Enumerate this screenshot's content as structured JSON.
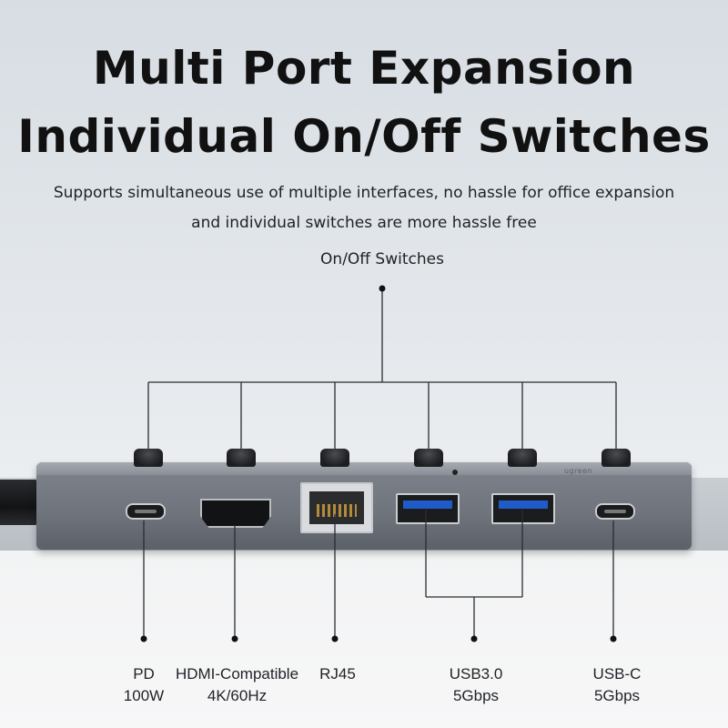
{
  "heading": {
    "line1": "Multi Port Expansion",
    "line2": "Individual On/Off Switches"
  },
  "subtitle": {
    "line1": "Supports simultaneous use of multiple interfaces, no hassle for office expansion",
    "line2": "and individual switches are more hassle free"
  },
  "callout": "On/Off Switches",
  "ports": [
    {
      "label1": "PD",
      "label2": "100W"
    },
    {
      "label1": "HDMI-Compatible",
      "label2": "4K/60Hz"
    },
    {
      "label1": "RJ45",
      "label2": ""
    },
    {
      "label1": "USB3.0",
      "label2": "5Gbps"
    },
    {
      "label1": "USB-C",
      "label2": "5Gbps"
    }
  ],
  "colors": {
    "hub_body": "#6e737c",
    "button": "#1c1d1f",
    "usb_insert": "#1f5cc9",
    "text": "#1b1d20"
  }
}
